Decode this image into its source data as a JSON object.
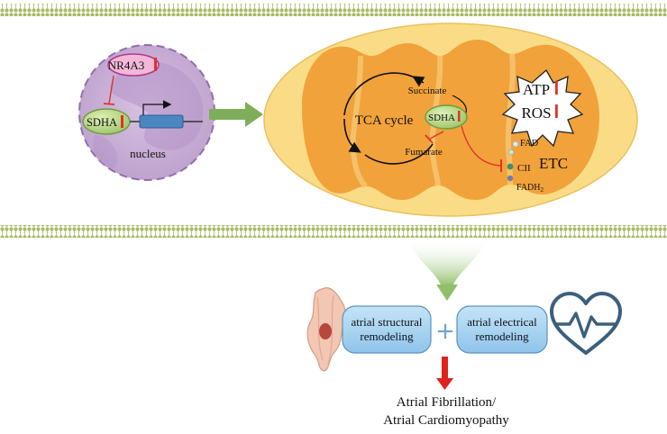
{
  "nucleus": {
    "label": "nucleus",
    "nr4a3_label": "NR4A3",
    "sdha_label": "SDHA"
  },
  "mitochondrion": {
    "tca_label": "TCA cycle",
    "succinate_label": "Succinate",
    "fumarate_label": "Fumarate",
    "sdha_label": "SDHA",
    "atp_label": "ATP",
    "ros_label": "ROS",
    "fad_label": "FAD",
    "cii_label": "CII",
    "fadh2_label": "FADH",
    "fadh2_subscript": "2",
    "etc_label": "ETC"
  },
  "remodeling": {
    "structural_label": "atrial structural remodeling",
    "electrical_label": "atrial electrical remodeling",
    "plus_symbol": "+"
  },
  "outcome": {
    "line1": "Atrial Fibrillation/",
    "line2": "Atrial Cardiomyopathy"
  },
  "colors": {
    "membrane": "#9bb35a",
    "nucleus_fill": "#c9aed6",
    "mito_outer": "#f8d77e",
    "mito_inner": "#f2a33a",
    "inhibit_red": "#e0332a",
    "arrow_green": "#7fae5a",
    "gene_blue": "#4b86c1",
    "box_fill": "#a9d3f0",
    "heart_blue": "#3b5f7c"
  },
  "icons": [
    "cardiomyocyte-icon",
    "heart-pulse-icon",
    "down-arrow-icon",
    "inhibition-icon",
    "gene-arrow-icon"
  ]
}
